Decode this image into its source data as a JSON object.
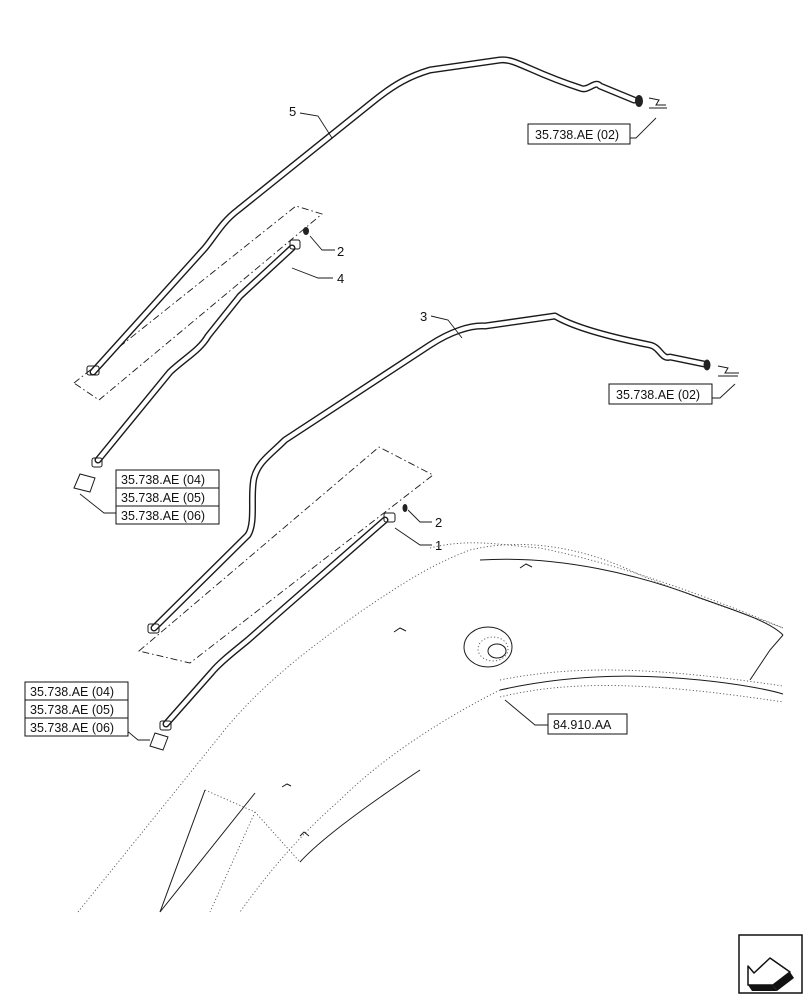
{
  "callouts": {
    "item_1": "1",
    "item_2a": "2",
    "item_2b": "2",
    "item_3": "3",
    "item_4": "4",
    "item_5": "5"
  },
  "references": {
    "ref_top_right": "35.738.AE (02)",
    "ref_mid_right": "35.738.AE (02)",
    "ref_upper_left": [
      "35.738.AE (04)",
      "35.738.AE (05)",
      "35.738.AE (06)"
    ],
    "ref_lower_left": [
      "35.738.AE (04)",
      "35.738.AE (05)",
      "35.738.AE (06)"
    ],
    "ref_boom": "84.910.AA"
  },
  "icons": {
    "nav_icon": "arrow-icon"
  }
}
